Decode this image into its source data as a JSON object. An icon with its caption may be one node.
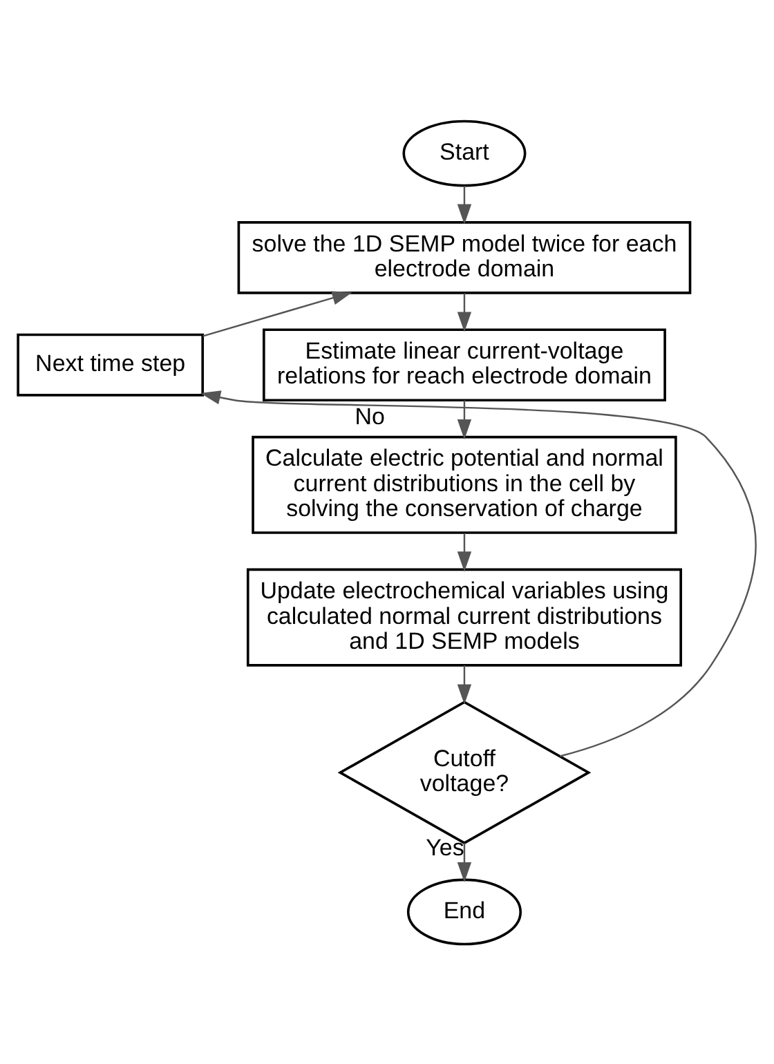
{
  "diagram": {
    "nodes": [
      {
        "text": [
          "Start"
        ]
      },
      {
        "text": [
          "solve the 1D SEMP model twice for each electrode domain"
        ]
      },
      {
        "text": [
          "Estimate linear current-voltage relations for reach electrode domain"
        ]
      },
      {
        "text": [
          "Calculate electric potential and normal current distributions in the cell by solving the conservation of charge"
        ]
      },
      {
        "text": [
          "Update electrochemical variables using calculated normal current distributions and 1D SEMP models"
        ]
      },
      {
        "text": [
          "Cutoff voltage?"
        ]
      },
      {
        "text": [
          "End"
        ]
      },
      {
        "text": [
          "Next time step"
        ]
      }
    ],
    "edges": [
      {
        "from": 0,
        "to": 1,
        "arrow": "to"
      },
      {
        "from": 1,
        "to": 2,
        "arrow": "to"
      },
      {
        "from": 2,
        "to": 3,
        "arrow": "to"
      },
      {
        "from": 3,
        "to": 4,
        "arrow": "to"
      },
      {
        "from": 4,
        "to": 5,
        "arrow": "to"
      },
      {
        "from": 5,
        "to": 6,
        "arrow": "to",
        "label": "Yes"
      },
      {
        "from": 5,
        "to": 7,
        "arrow": "to",
        "label": "No"
      },
      {
        "from": 7,
        "to": 1,
        "arrow": "to"
      }
    ]
  }
}
